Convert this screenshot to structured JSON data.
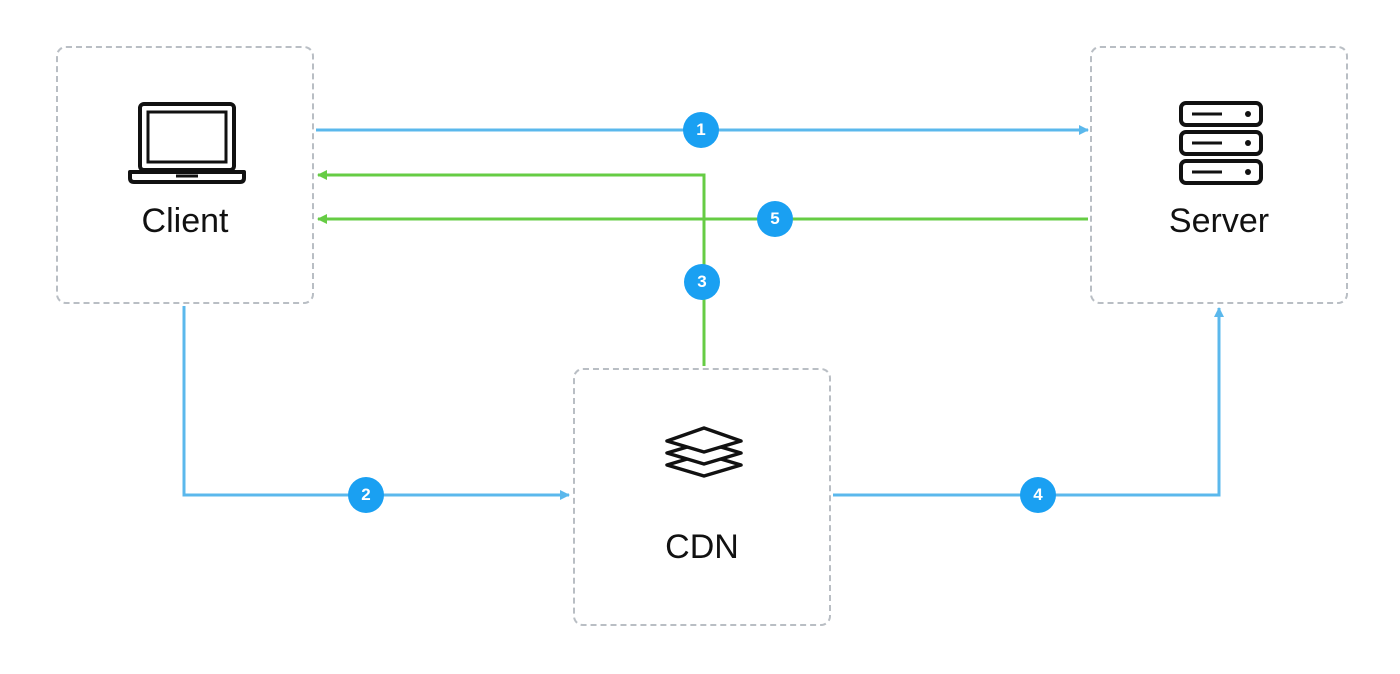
{
  "nodes": {
    "client": {
      "label": "Client",
      "icon": "laptop-icon"
    },
    "server": {
      "label": "Server",
      "icon": "server-rack-icon"
    },
    "cdn": {
      "label": "CDN",
      "icon": "layers-icon"
    }
  },
  "steps": [
    {
      "number": "1",
      "from": "Client",
      "to": "Server",
      "color": "#5bb8ec"
    },
    {
      "number": "2",
      "from": "Client",
      "to": "CDN",
      "color": "#5bb8ec"
    },
    {
      "number": "3",
      "from": "CDN",
      "to": "Client",
      "color": "#66cc44"
    },
    {
      "number": "4",
      "from": "CDN",
      "to": "Server",
      "color": "#5bb8ec"
    },
    {
      "number": "5",
      "from": "Server",
      "to": "Client",
      "color": "#66cc44"
    }
  ],
  "colors": {
    "request_line": "#5bb8ec",
    "response_line": "#66cc44",
    "badge": "#1aa0f2",
    "box_border": "#b9bec4"
  }
}
